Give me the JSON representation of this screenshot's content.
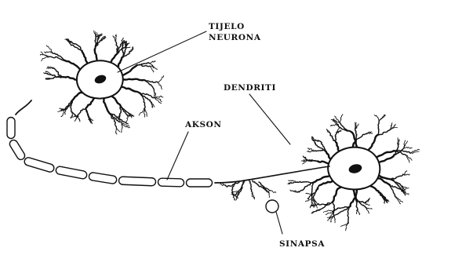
{
  "labels": {
    "cell_body_line1": "TIJELO",
    "cell_body_line2": "NEURONA",
    "dendrites": "DENDRITI",
    "axon": "AKSON",
    "synapse": "SINAPSA"
  },
  "colors": {
    "ink": "#111111",
    "background": "#ffffff"
  }
}
